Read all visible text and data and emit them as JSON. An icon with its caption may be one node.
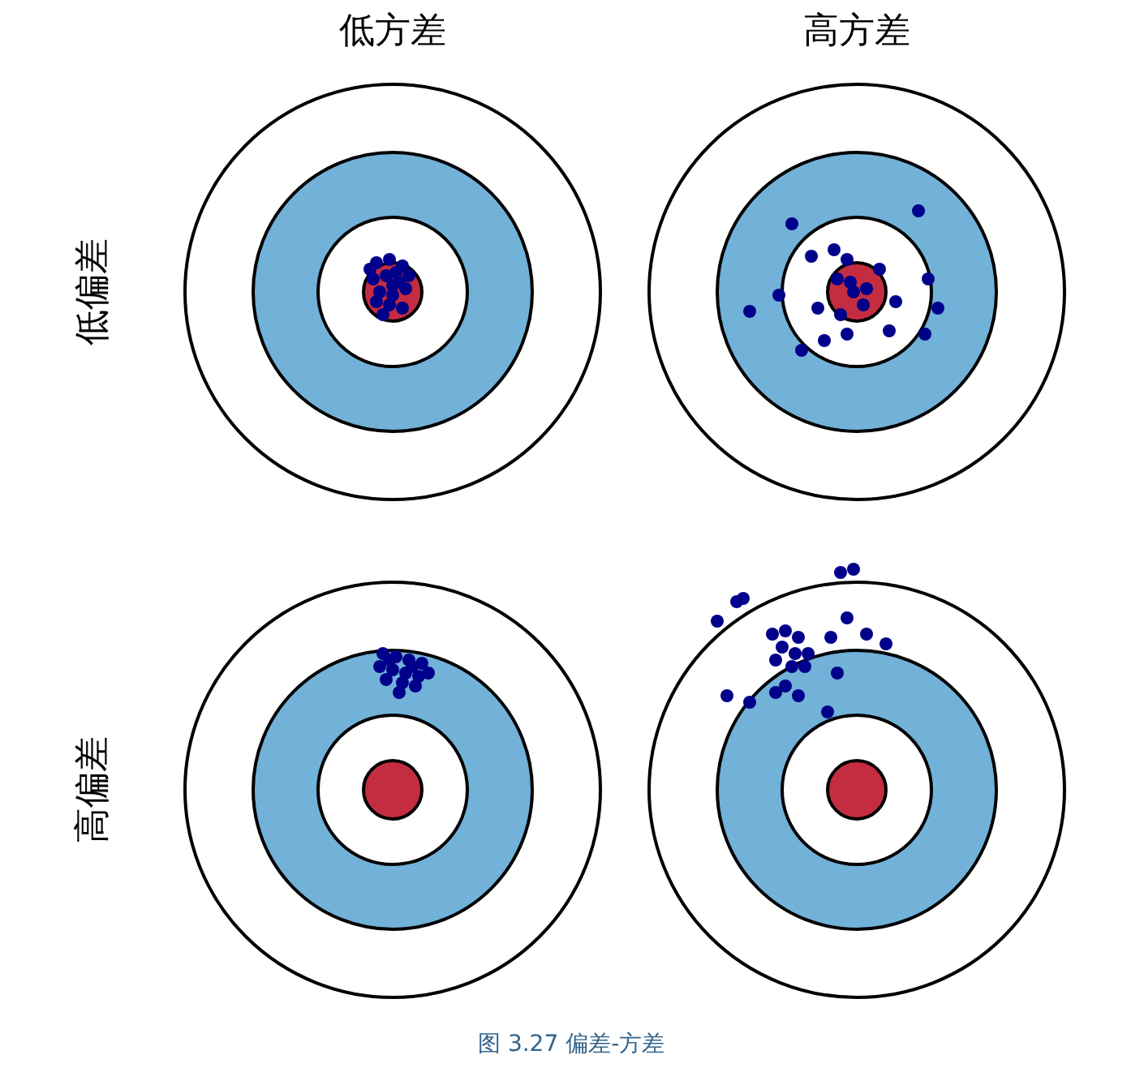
{
  "diagram": {
    "caption": "图 3.27 偏差-方差",
    "labels": [
      "低方差",
      "高方差",
      "低偏差",
      "高偏差"
    ]
  }
}
